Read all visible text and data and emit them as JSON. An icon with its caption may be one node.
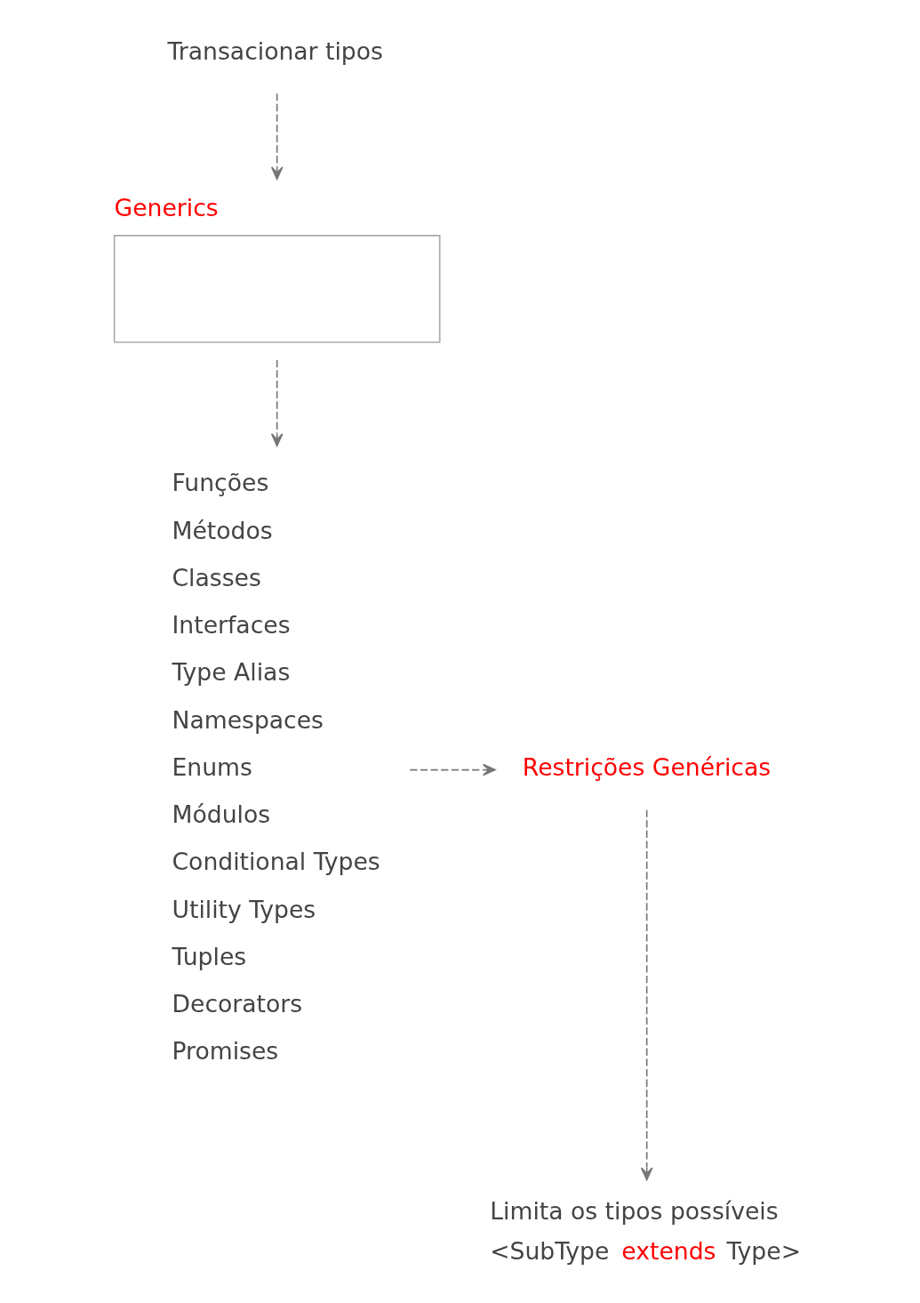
{
  "diagram": {
    "nodes": [
      {
        "text": [
          "Transacionar tipos"
        ]
      },
      {
        "text": [
          "Generics"
        ]
      },
      {
        "text": [
          "Funções",
          "Métodos",
          "Classes",
          "Interfaces",
          "Type Alias",
          "Namespaces",
          "Enums",
          "Módulos",
          "Conditional Types",
          "Utility Types",
          "Tuples",
          "Decorators",
          "Promises"
        ]
      },
      {
        "text": [
          "Restrições Genéricas"
        ]
      },
      {
        "text": [
          "Limita os tipos possíveis",
          "<SubType extends Type>"
        ]
      }
    ],
    "edges": [
      {
        "from": 0,
        "to": 1,
        "arrow": "to",
        "style": "dashed"
      },
      {
        "from": 1,
        "to": 2,
        "arrow": "to",
        "style": "dashed"
      },
      {
        "from": 2,
        "to": 3,
        "arrow": "to",
        "style": "dashed"
      },
      {
        "from": 3,
        "to": 4,
        "arrow": "to",
        "style": "dashed"
      }
    ]
  }
}
